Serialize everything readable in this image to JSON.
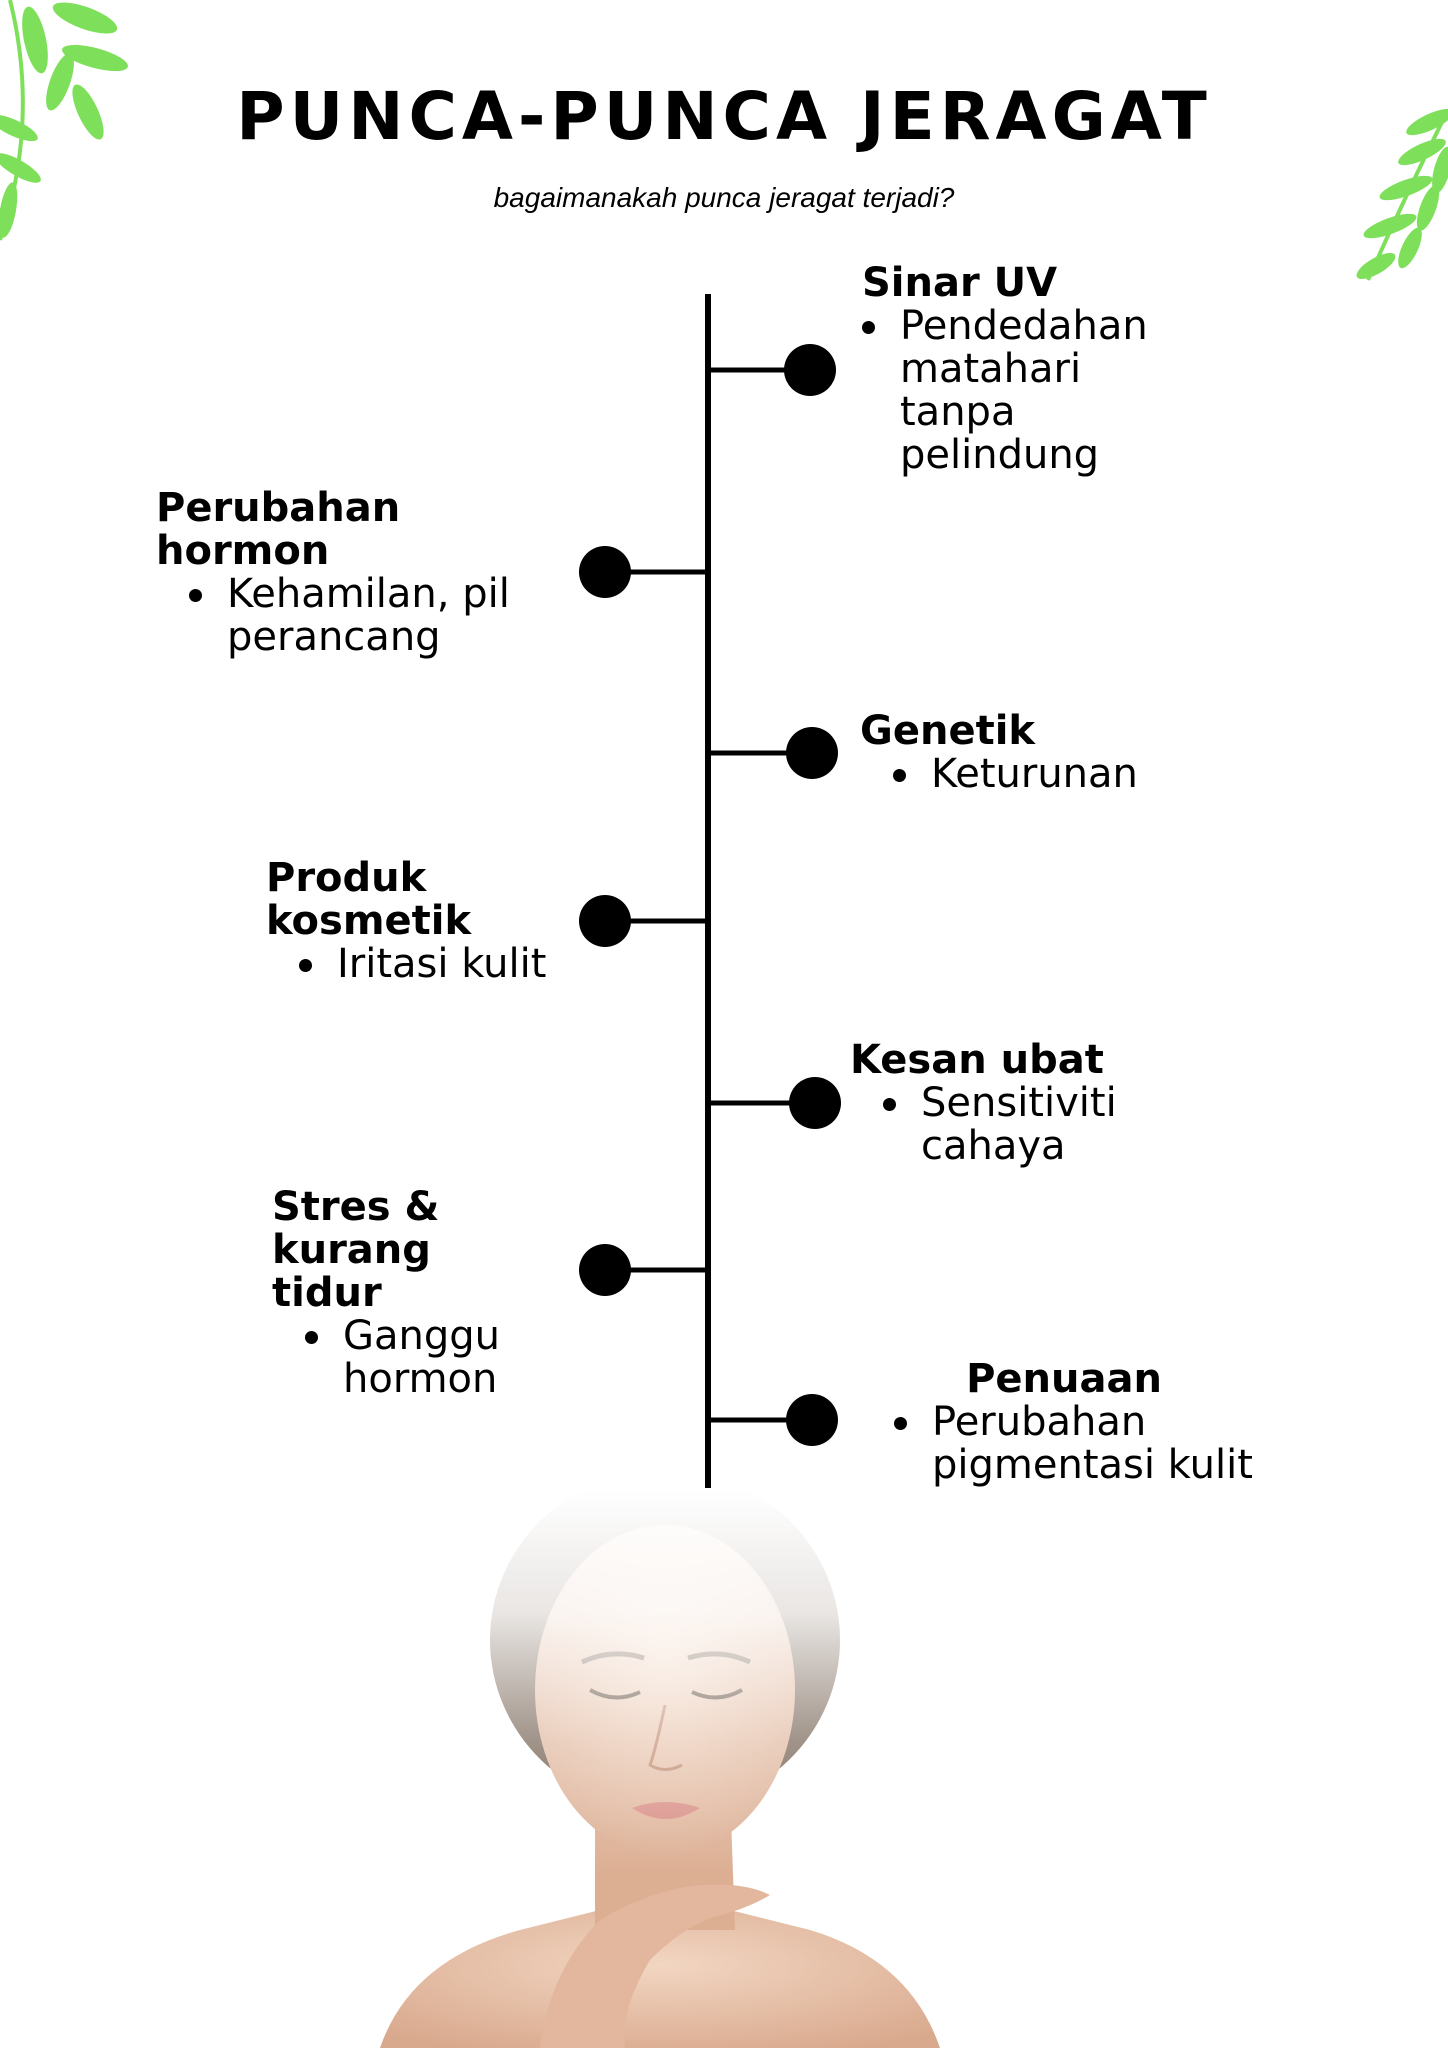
{
  "header": {
    "title": "PUNCA-PUNCA JERAGAT",
    "subtitle": "bagaimanakah punca jeragat terjadi?"
  },
  "causes": [
    {
      "title": "Sinar UV",
      "points": [
        "Pendedahan matahari tanpa pelindung"
      ]
    },
    {
      "title": "Perubahan hormon",
      "points": [
        "Kehamilan, pil perancang"
      ]
    },
    {
      "title": "Genetik",
      "points": [
        "Keturunan"
      ]
    },
    {
      "title": "Produk kosmetik",
      "points": [
        "Iritasi kulit"
      ]
    },
    {
      "title": "Kesan ubat",
      "points": [
        "Sensitiviti cahaya"
      ]
    },
    {
      "title": "Stres & kurang tidur",
      "points": [
        "Ganggu hormon"
      ]
    },
    {
      "title": "Penuaan",
      "points": [
        "Perubahan pigmentasi kulit"
      ]
    }
  ],
  "colors": {
    "leaf": "#7ee05a",
    "line": "#000000",
    "skin": "#e8c3aa",
    "hair": "#6e5a4a"
  },
  "decor": {
    "leaf_left": "leaf-sprig-icon",
    "leaf_right": "leaf-sprig-icon",
    "portrait": "woman-portrait-illustration"
  }
}
